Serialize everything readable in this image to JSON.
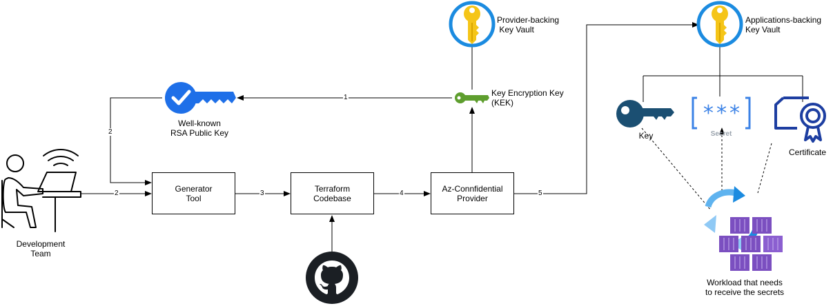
{
  "nodes": {
    "dev_team": "Development\nTeam",
    "generator": "Generator\nTool",
    "terraform": "Terraform\nCodebase",
    "provider": "Az-Connfidential\nProvider",
    "rsa_key": "Well-known\nRSA Public Key",
    "kek": "Key Encryption Key\n(KEK)",
    "provider_vault": "Provider-backing\n Key Vault",
    "apps_vault": "Applications-backing\nKey Vault",
    "key": "Key",
    "secret_glyph": "***",
    "secret": "Secret",
    "certificate": "Certificate",
    "workload": "Workload that needs\nto receive the secrets"
  },
  "edges": {
    "e1": "1",
    "e2a": "2",
    "e2b": "2",
    "e3": "3",
    "e4": "4",
    "e5": "5"
  },
  "colors": {
    "key_blue": "#1e6fe8",
    "kek_green": "#5e9e2e",
    "vault_gold": "#f5c518",
    "vault_ring": "#1b8be0",
    "dark_teal": "#1b4f72",
    "secret_blue": "#3b82e6",
    "cert_navy": "#1d3ea1",
    "container_purple": "#7b4fc0"
  }
}
